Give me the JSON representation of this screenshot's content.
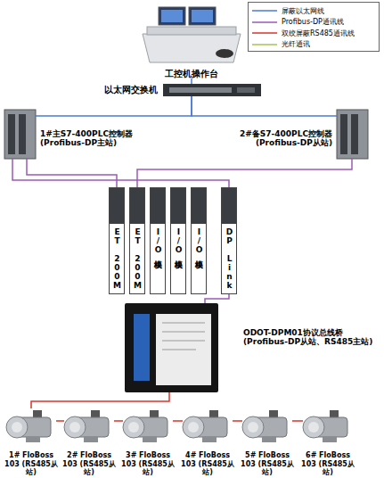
{
  "diagram": {
    "nodes": [
      {
        "text": [
          "工控机操作台"
        ]
      },
      {
        "text": [
          "以太网交换机"
        ]
      },
      {
        "text": [
          "1#主S7-400PLC控制器 (Profibus-DP主站)"
        ]
      },
      {
        "text": [
          "2#备S7-400PLC控制器 (Profibus-DP从站)"
        ]
      },
      {
        "text": [
          "ET 200M"
        ]
      },
      {
        "text": [
          "ET 200M"
        ]
      },
      {
        "text": [
          "I/O模块"
        ]
      },
      {
        "text": [
          "I/O模块"
        ]
      },
      {
        "text": [
          "I/O模块"
        ]
      },
      {
        "text": [
          "DP Link"
        ]
      },
      {
        "text": [
          "ODOT-DPM01协议总线桥 (Profibus-DP从站、RS485主站)"
        ]
      },
      {
        "text": [
          "1# FloBoss 103 (RS485从站)"
        ]
      },
      {
        "text": [
          "2# FloBoss 103 (RS485从站)"
        ]
      },
      {
        "text": [
          "3# FloBoss 103 (RS485从站)"
        ]
      },
      {
        "text": [
          "4# FloBoss 103 (RS485从站)"
        ]
      },
      {
        "text": [
          "5# FloBoss 103 (RS485从站)"
        ]
      },
      {
        "text": [
          "6# FloBoss 103 (RS485从站)"
        ]
      }
    ],
    "edges": [
      {
        "from": 0,
        "to": 1,
        "arrow": "none"
      },
      {
        "from": 1,
        "to": 2,
        "arrow": "none"
      },
      {
        "from": 1,
        "to": 3,
        "arrow": "none"
      },
      {
        "from": 2,
        "to": 4,
        "arrow": "none"
      },
      {
        "from": 3,
        "to": 5,
        "arrow": "none"
      },
      {
        "from": 2,
        "to": 9,
        "arrow": "none"
      },
      {
        "from": 9,
        "to": 10,
        "arrow": "none"
      },
      {
        "from": 10,
        "to": 11,
        "arrow": "none"
      },
      {
        "from": 11,
        "to": 12,
        "arrow": "none"
      },
      {
        "from": 12,
        "to": 13,
        "arrow": "none"
      },
      {
        "from": 13,
        "to": 14,
        "arrow": "none"
      },
      {
        "from": 14,
        "to": 15,
        "arrow": "none"
      },
      {
        "from": 15,
        "to": 16,
        "arrow": "none"
      }
    ],
    "legend": [
      {
        "text": "屏蔽以太网线"
      },
      {
        "text": "Profibus-DP通讯线"
      },
      {
        "text": "双绞屏蔽RS485通讯线"
      },
      {
        "text": "光纤通讯"
      }
    ]
  }
}
